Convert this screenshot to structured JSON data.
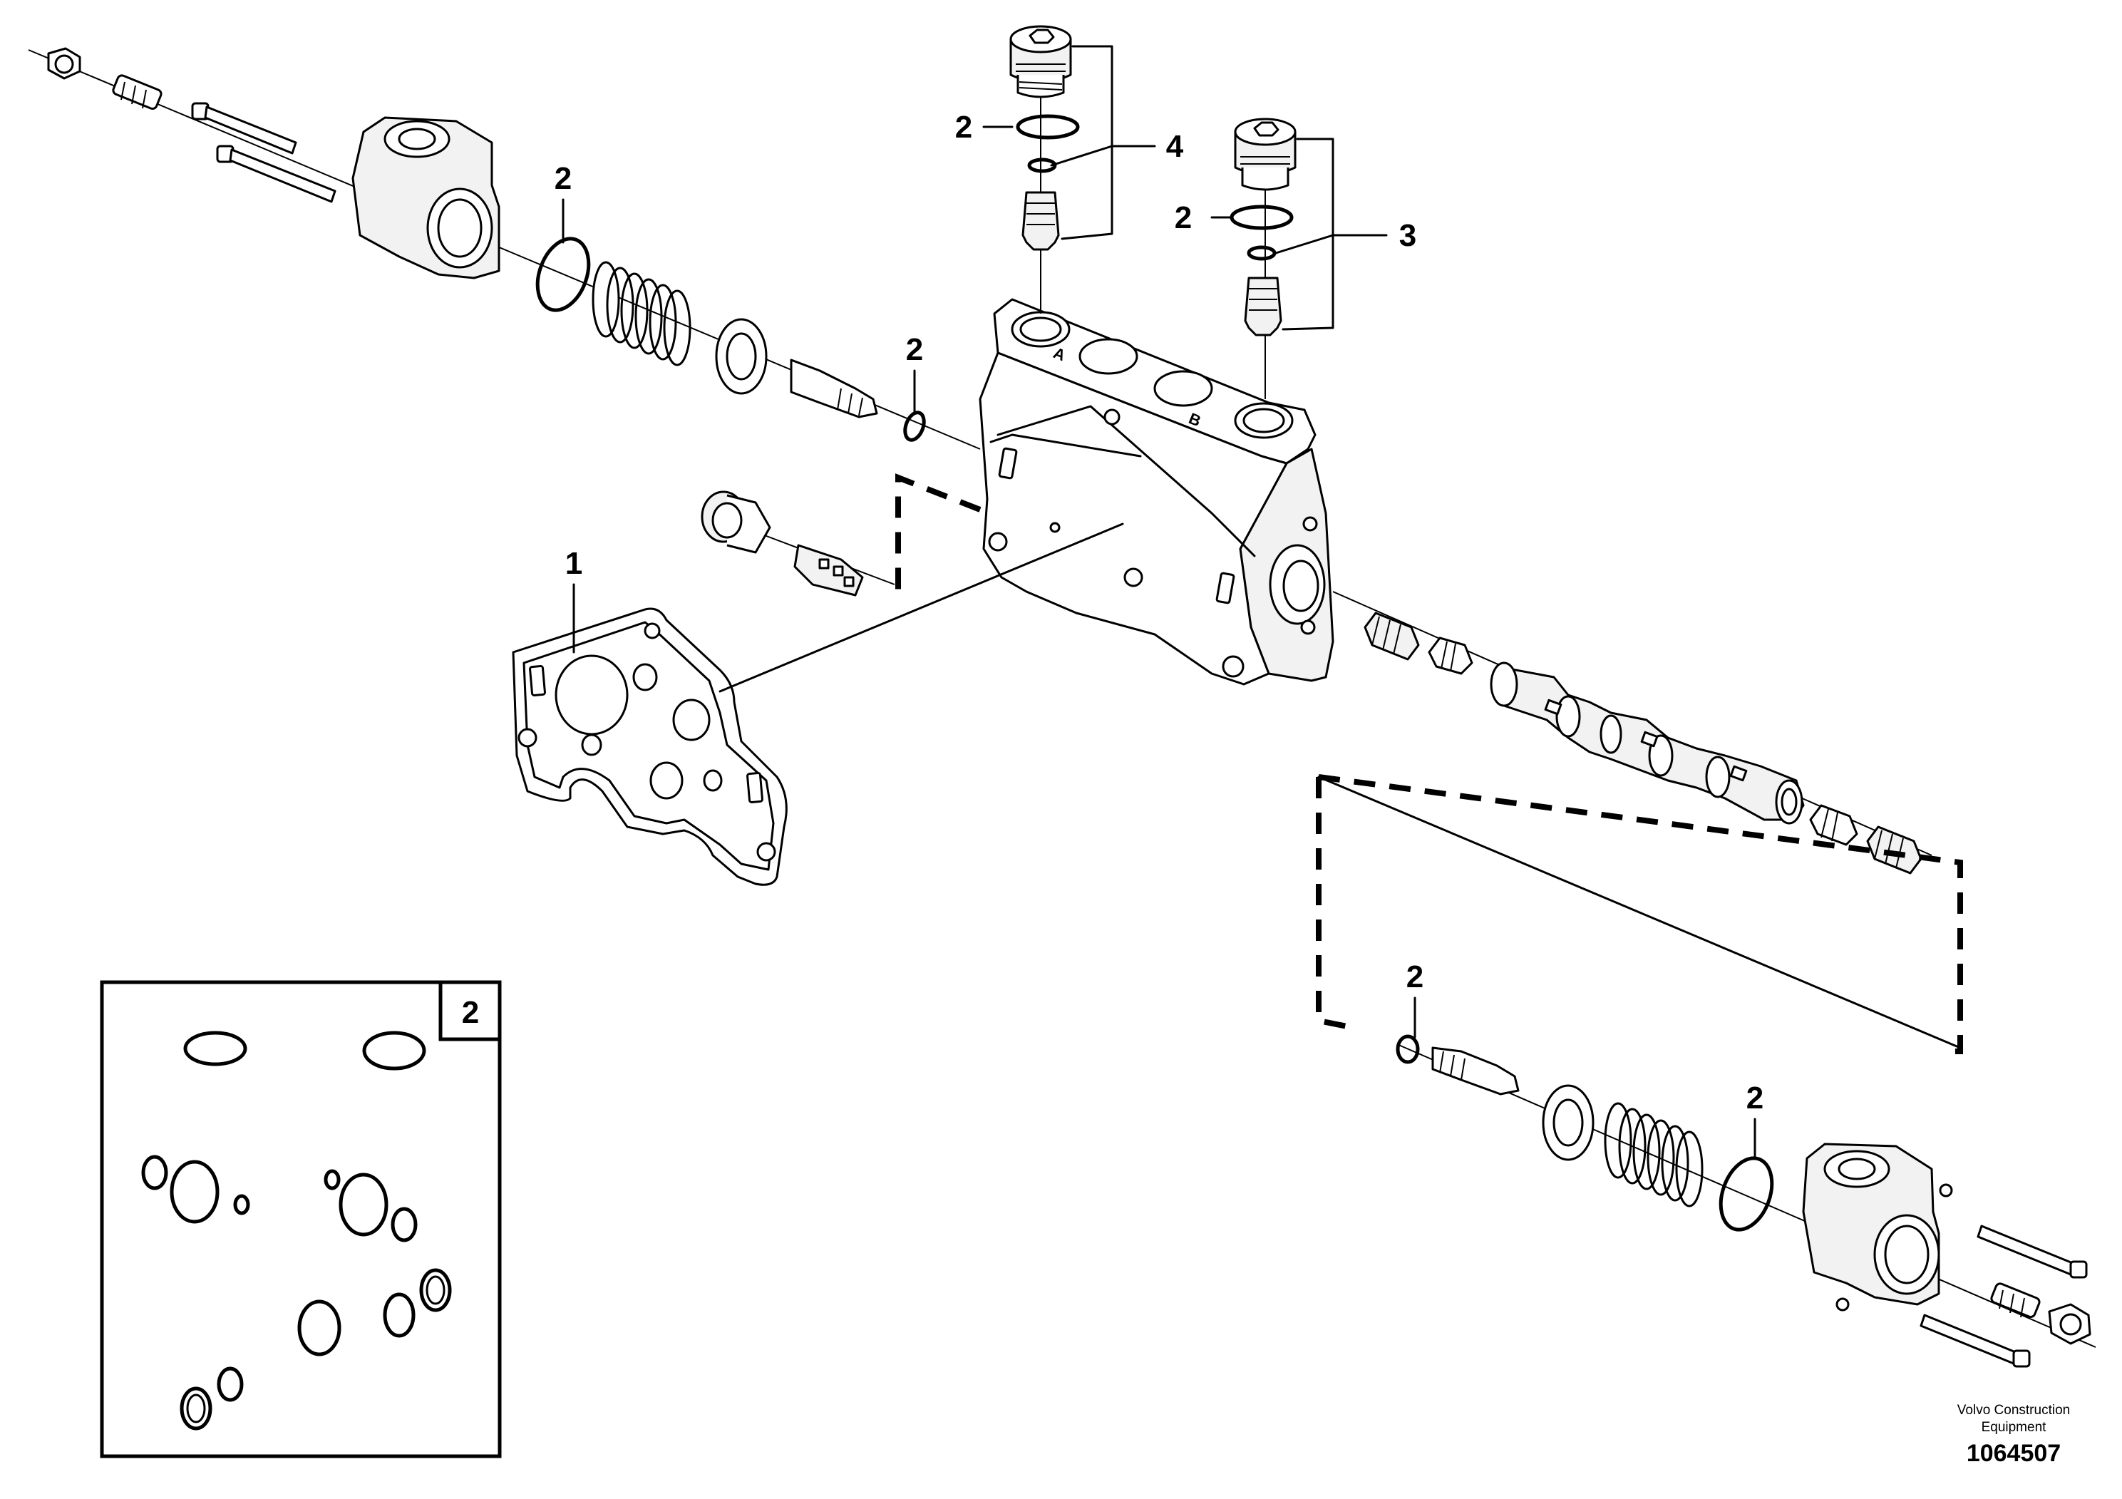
{
  "callouts": {
    "bracket": "1",
    "seal_kit": "2",
    "relief_valve_b": "3",
    "relief_valve_a": "4"
  },
  "ports": {
    "a": "A",
    "b": "B"
  },
  "kit_box": {
    "label": "2"
  },
  "footer": {
    "company_line1": "Volvo Construction",
    "company_line2": "Equipment",
    "drawing_number": "1064507"
  }
}
